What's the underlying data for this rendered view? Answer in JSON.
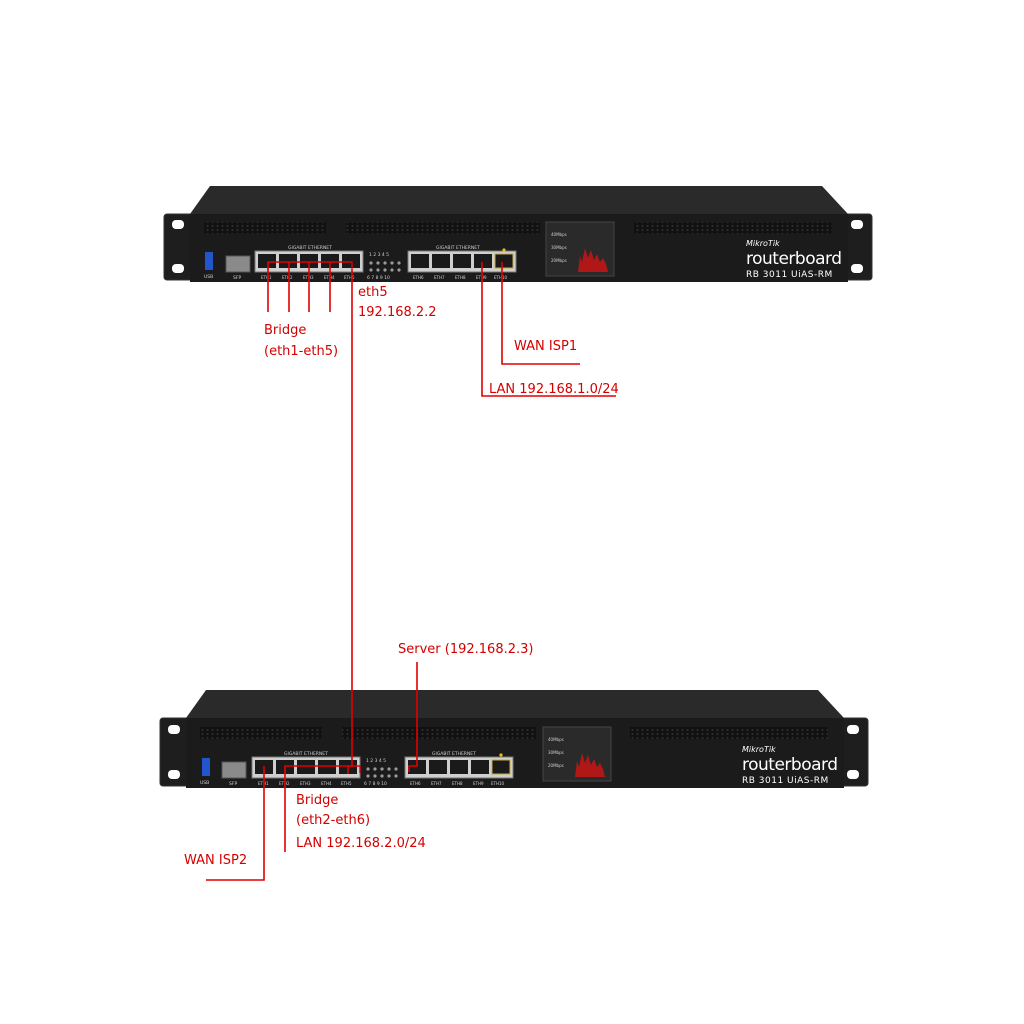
{
  "colors": {
    "wire": "#e00000",
    "label": "#d40000",
    "chassis": "#1b1b1b"
  },
  "routers": [
    {
      "brand": "MikroTik",
      "product": "routerboard",
      "model": "RB 3011 UiAS-RM",
      "group1_title": "GIGABIT ETHERNET",
      "group2_title": "GIGABIT ETHERNET",
      "ports1": [
        "ETH1",
        "ETH2",
        "ETH3",
        "ETH4",
        "ETH5"
      ],
      "ports2": [
        "ETH6",
        "ETH7",
        "ETH8",
        "ETH9",
        "ETH10"
      ],
      "usb_label": "USB",
      "sfp_label": "SFP",
      "led_row1": "1 2 3 4 5",
      "led_row2": "6 7 8 9 10",
      "screen_lines": [
        "40Mbps",
        "30Mbps",
        "20Mbps"
      ]
    },
    {
      "brand": "MikroTik",
      "product": "routerboard",
      "model": "RB 3011 UiAS-RM",
      "group1_title": "GIGABIT ETHERNET",
      "group2_title": "GIGABIT ETHERNET",
      "ports1": [
        "ETH1",
        "ETH2",
        "ETH3",
        "ETH4",
        "ETH5"
      ],
      "ports2": [
        "ETH6",
        "ETH7",
        "ETH8",
        "ETH9",
        "ETH10"
      ],
      "usb_label": "USB",
      "sfp_label": "SFP",
      "led_row1": "1 2 3 4 5",
      "led_row2": "6 7 8 9 10",
      "screen_lines": [
        "40Mbps",
        "30Mbps",
        "20Mbps"
      ]
    }
  ],
  "labels": {
    "bridge1_line1": "Bridge",
    "bridge1_line2": "(eth1-eth5)",
    "eth5_line1": "eth5",
    "eth5_line2": "192.168.2.2",
    "wan_isp1": "WAN ISP1",
    "lan1": "LAN 192.168.1.0/24",
    "server": "Server (192.168.2.3)",
    "bridge2_line1": "Bridge",
    "bridge2_line2": "(eth2-eth6)",
    "lan2": "LAN 192.168.2.0/24",
    "wan_isp2": "WAN ISP2"
  }
}
